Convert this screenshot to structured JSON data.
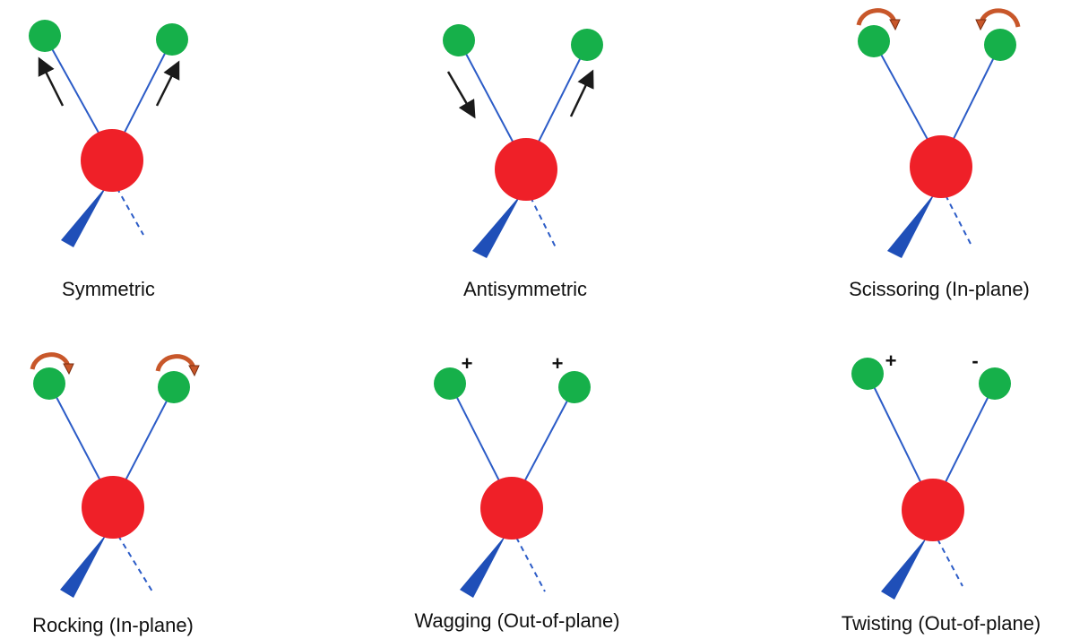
{
  "colors": {
    "hydrogen": "#16b04a",
    "central_atom": "#ef2028",
    "bond": "#2c5cc7",
    "wedge": "#1f4fb8",
    "arrow": "#1a1a1a",
    "rotation_arrow": "#c8572a",
    "rotation_arrow_outline": "#7a2d10"
  },
  "panels": [
    {
      "label": "Symmetric",
      "motion": "stretch-symmetric"
    },
    {
      "label": "Antisymmetric",
      "motion": "stretch-antisymmetric"
    },
    {
      "label": "Scissoring (In-plane)",
      "motion": "rotate-inward"
    },
    {
      "label": "Rocking (In-plane)",
      "motion": "rotate-same-direction"
    },
    {
      "label": "Wagging (Out-of-plane)",
      "motion": "out-of-plane",
      "signs": [
        "+",
        "+"
      ]
    },
    {
      "label": "Twisting (Out-of-plane)",
      "motion": "out-of-plane",
      "signs": [
        "+",
        "-"
      ]
    }
  ]
}
